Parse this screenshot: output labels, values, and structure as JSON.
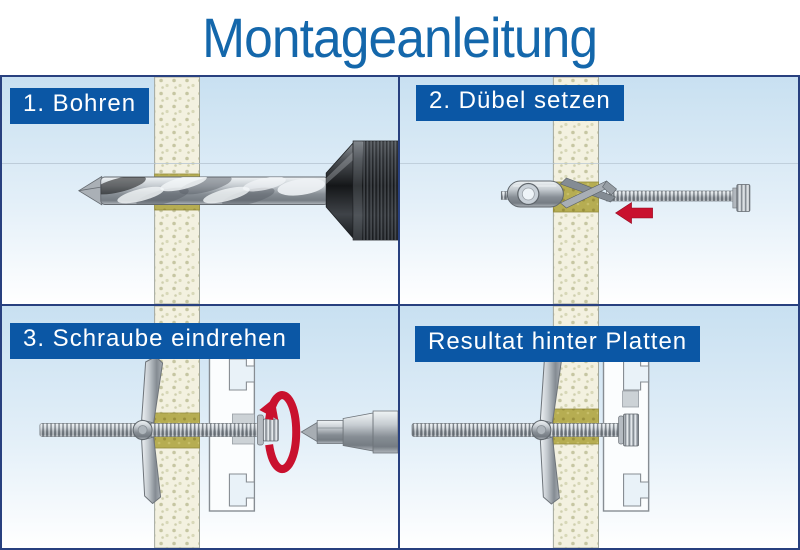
{
  "title": "Montageanleitung",
  "panels": [
    {
      "label": "1. Bohren",
      "illustration": "drill-drilling-through-wall"
    },
    {
      "label": "2. Dübel setzen",
      "illustration": "folded-toggle-anchor-inserted-with-arrow"
    },
    {
      "label": "3. Schraube eindrehen",
      "illustration": "screwdriver-tightening-screw-into-rail"
    },
    {
      "label": "Resultat hinter Platten",
      "illustration": "toggle-anchor-fixed-behind-panel"
    }
  ],
  "colors": {
    "title_blue": "#1467ab",
    "label_background": "#0b57a5",
    "label_text": "#ffffff",
    "frame_navy": "#28407f",
    "arrow_red": "#c9112e",
    "sky_top": "#c8e0f1",
    "sky_bottom": "#ffffff",
    "wall_board": "#f3f1e0",
    "drill_hole_olive": "#b6ad52",
    "metal_gray": "#c3c9ce"
  }
}
